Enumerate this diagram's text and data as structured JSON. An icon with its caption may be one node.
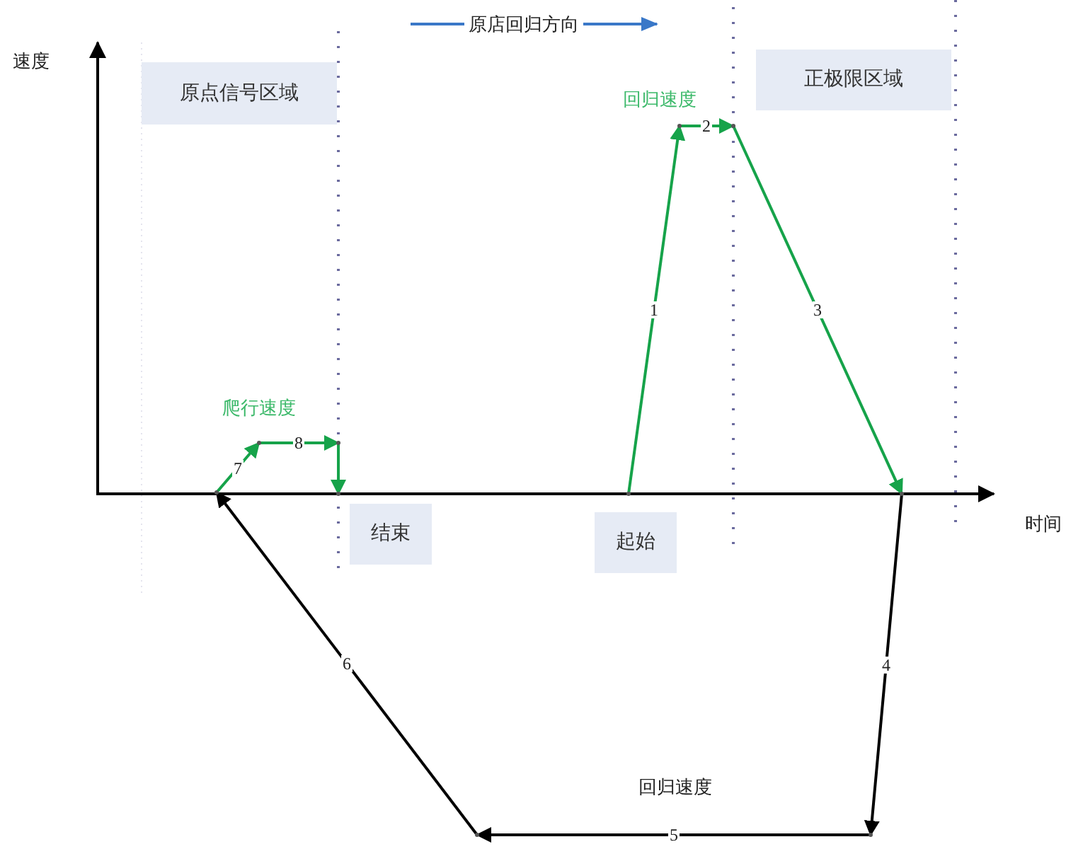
{
  "diagram": {
    "nodes": [
      {
        "text": [
          "原点信号区域"
        ]
      },
      {
        "text": [
          "正极限区域"
        ]
      },
      {
        "text": [
          "结束"
        ]
      },
      {
        "text": [
          "起始"
        ]
      },
      {
        "text": [],
        "shape": "point"
      },
      {
        "text": [],
        "shape": "point"
      },
      {
        "text": [],
        "shape": "point"
      },
      {
        "text": [],
        "shape": "point"
      },
      {
        "text": [],
        "shape": "point"
      },
      {
        "text": [],
        "shape": "point"
      },
      {
        "text": [],
        "shape": "point"
      },
      {
        "text": [],
        "shape": "point"
      },
      {
        "text": [],
        "shape": "point"
      },
      {
        "text": [],
        "shape": "point"
      }
    ],
    "edges": [
      {
        "from": 4,
        "to": 5,
        "arrow": "to",
        "label": "1"
      },
      {
        "from": 5,
        "to": 6,
        "arrow": "to",
        "label": "2"
      },
      {
        "from": 6,
        "to": 7,
        "arrow": "to",
        "label": "3"
      },
      {
        "from": 7,
        "to": 8,
        "arrow": "to",
        "label": "4",
        "color": "#000000"
      },
      {
        "from": 8,
        "to": 9,
        "arrow": "to",
        "label": "5",
        "color": "#000000"
      },
      {
        "from": 9,
        "to": 10,
        "arrow": "to",
        "label": "6",
        "color": "#000000"
      },
      {
        "from": 10,
        "to": 11,
        "arrow": "to",
        "label": "7"
      },
      {
        "from": 11,
        "to": 12,
        "arrow": "to",
        "label": "8"
      },
      {
        "from": 12,
        "to": 13,
        "arrow": "to"
      }
    ],
    "labels": [
      "原店回归方向",
      "速度",
      "回归速度",
      "爬行速度",
      "时间",
      "回归速度"
    ]
  }
}
